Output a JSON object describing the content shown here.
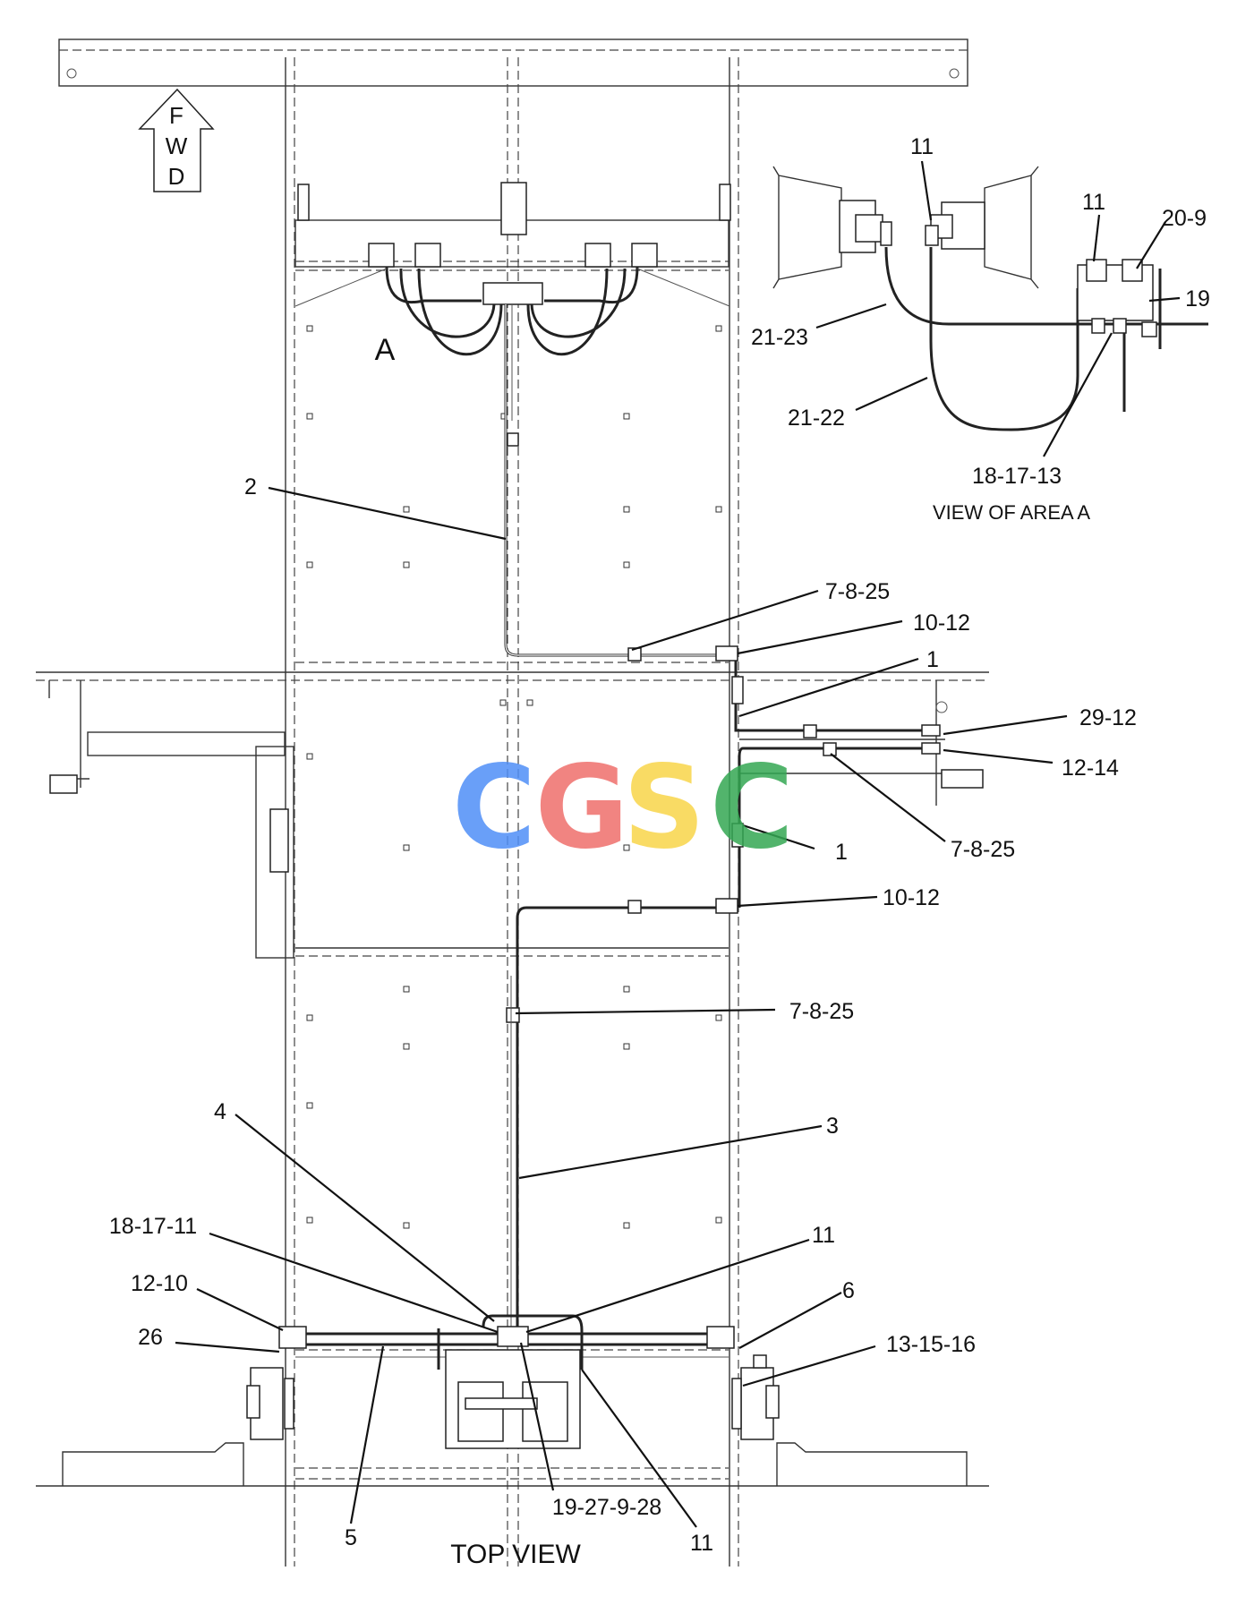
{
  "diagram": {
    "view_title": "TOP VIEW",
    "area_marker": "A",
    "area_view_title": "VIEW OF AREA  A",
    "fwd_letters": [
      "F",
      "W",
      "D"
    ],
    "watermark": {
      "letters": [
        "C",
        "G",
        "S",
        "C"
      ],
      "colors": [
        "#4f8ff7",
        "#ef6f6c",
        "#f9d54a",
        "#34a853"
      ]
    },
    "callouts": [
      "11",
      "11",
      "20-9",
      "19",
      "21-23",
      "21-22",
      "18-17-13",
      "2",
      "7-8-25",
      "10-12",
      "1",
      "29-12",
      "12-14",
      "7-8-25",
      "1",
      "10-12",
      "7-8-25",
      "3",
      "4",
      "18-17-11",
      "11",
      "12-10",
      "6",
      "26",
      "13-15-16",
      "5",
      "19-27-9-28",
      "11"
    ]
  }
}
